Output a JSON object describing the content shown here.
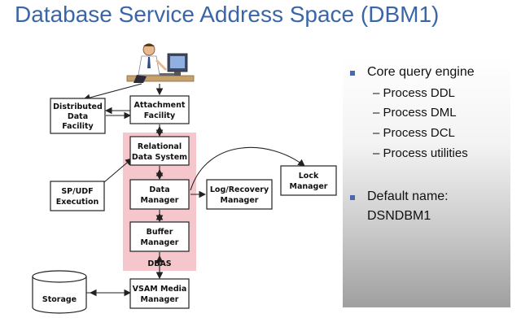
{
  "title": "Database Service Address Space (DBM1)",
  "boxes": {
    "ddf": [
      "Distributed",
      "Data",
      "Facility"
    ],
    "attach": [
      "Attachment",
      "Facility"
    ],
    "rds": [
      "Relational",
      "Data System"
    ],
    "spudf": [
      "SP/UDF",
      "Execution"
    ],
    "dm": [
      "Data",
      "Manager"
    ],
    "log": [
      "Log/Recovery",
      "Manager"
    ],
    "lock": [
      "Lock",
      "Manager"
    ],
    "bm": [
      "Buffer",
      "Manager"
    ],
    "dbas": "DBAS",
    "vsam": [
      "VSAM Media",
      "Manager"
    ],
    "storage": "Storage"
  },
  "bullets": {
    "core": "Core query engine",
    "subitems": [
      "– Process DDL",
      "– Process DML",
      "– Process DCL",
      "– Process utilities"
    ],
    "default_line1": "Default name:",
    "default_line2": "DSNDBM1"
  },
  "colors": {
    "title": "#3a66a8",
    "dbas_region": "#f5c6cb",
    "bullet": "#4a68b0"
  }
}
